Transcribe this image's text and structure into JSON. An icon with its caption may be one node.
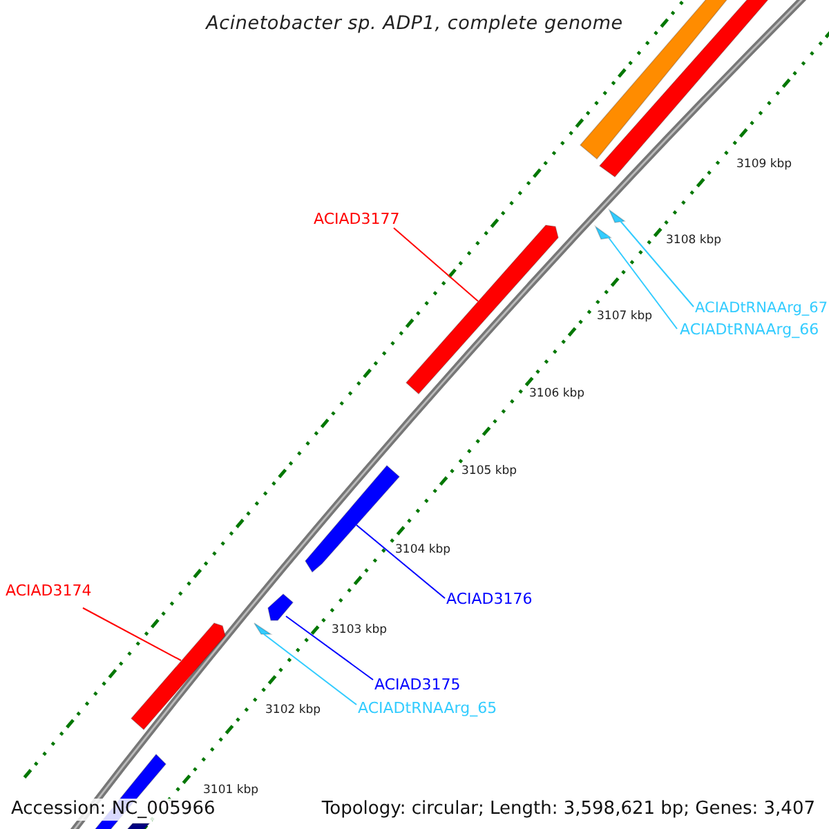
{
  "diagram": {
    "title": "Acinetobacter sp. ADP1, complete genome",
    "nodes": [
      {
        "text": [
          "ACIAD3177"
        ]
      },
      {
        "text": [],
        "shape": "arrow"
      },
      {
        "text": [
          "ACIADtRNAArg_67"
        ]
      },
      {
        "text": [],
        "shape": "arrow"
      },
      {
        "text": [
          "ACIADtRNAArg_66"
        ]
      },
      {
        "text": [],
        "shape": "arrow"
      },
      {
        "text": [
          "ACIAD3176"
        ]
      },
      {
        "text": [],
        "shape": "arrow"
      },
      {
        "text": [
          "ACIAD3174"
        ]
      },
      {
        "text": [],
        "shape": "arrow"
      },
      {
        "text": [
          "ACIAD3175"
        ]
      },
      {
        "text": [],
        "shape": "arrow"
      },
      {
        "text": [
          "ACIADtRNAArg_65"
        ]
      },
      {
        "text": [],
        "shape": "arrow"
      },
      {
        "text": [],
        "shape": "arrow"
      },
      {
        "text": [],
        "shape": "arrow"
      },
      {
        "text": [],
        "shape": "arrow"
      },
      {
        "text": [],
        "shape": "arrow"
      }
    ],
    "edges": [
      {
        "from": 0,
        "to": 1,
        "arrow": "none",
        "color": "#ff0000"
      },
      {
        "from": 2,
        "to": 3,
        "arrow": "none"
      },
      {
        "from": 4,
        "to": 5,
        "arrow": "none"
      },
      {
        "from": 6,
        "to": 7,
        "arrow": "none",
        "color": "#0000ff"
      },
      {
        "from": 8,
        "to": 9,
        "arrow": "none",
        "color": "#ff0000"
      },
      {
        "from": 10,
        "to": 11,
        "arrow": "none",
        "color": "#0000ff"
      },
      {
        "from": 12,
        "to": 13,
        "arrow": "none"
      }
    ],
    "labels": [
      "3109 kbp",
      "3108 kbp",
      "3107 kbp",
      "3106 kbp",
      "3105 kbp",
      "3104 kbp",
      "3103 kbp",
      "3102 kbp",
      "3101 kbp",
      "Accession: NC_005966",
      "Topology: circular; Length: 3,598,621 bp; Genes: 3,407"
    ]
  }
}
